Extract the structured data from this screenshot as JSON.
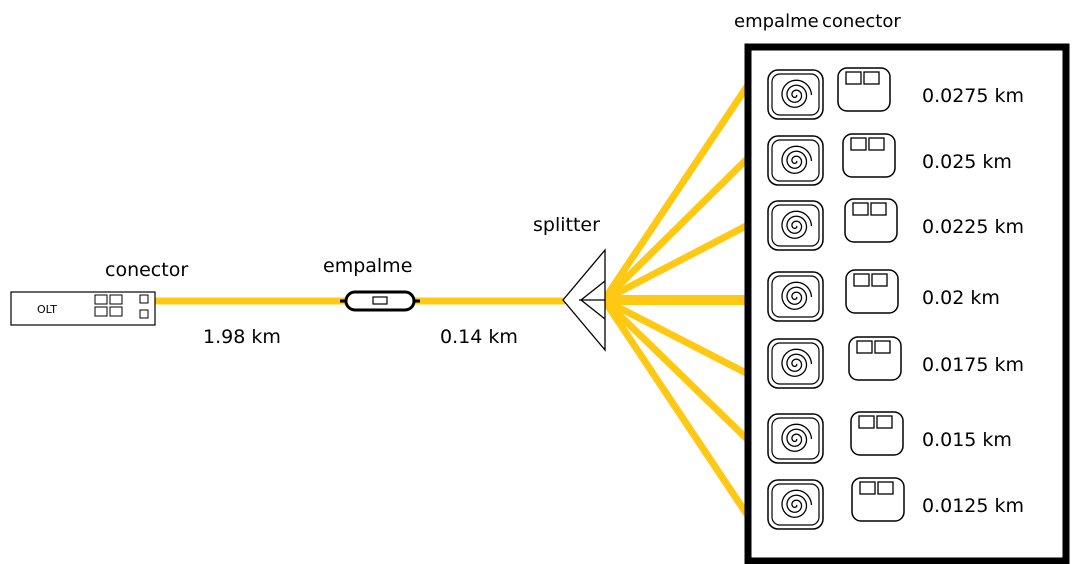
{
  "header": {
    "empalme_label": "empalme",
    "conector_label": "conector"
  },
  "olt": {
    "label": "OLT",
    "conector_label": "conector"
  },
  "main_link": {
    "segment1_distance": "1.98 km",
    "empalme_label": "empalme",
    "segment2_distance": "0.14 km"
  },
  "splitter": {
    "label": "splitter"
  },
  "branches": [
    {
      "distance": "0.0275 km"
    },
    {
      "distance": "0.025 km"
    },
    {
      "distance": "0.0225 km"
    },
    {
      "distance": "0.02 km"
    },
    {
      "distance": "0.0175 km"
    },
    {
      "distance": "0.015 km"
    },
    {
      "distance": "0.0125 km"
    }
  ],
  "colors": {
    "fiber": "#ffc913",
    "stroke": "#000000",
    "background": "#ffffff"
  },
  "icons": {
    "olt": "olt-device-icon",
    "splice": "splice-closure-icon",
    "splitter": "splitter-icon",
    "onu_splice": "spiral-splice-icon",
    "onu_connector": "connector-icon"
  }
}
